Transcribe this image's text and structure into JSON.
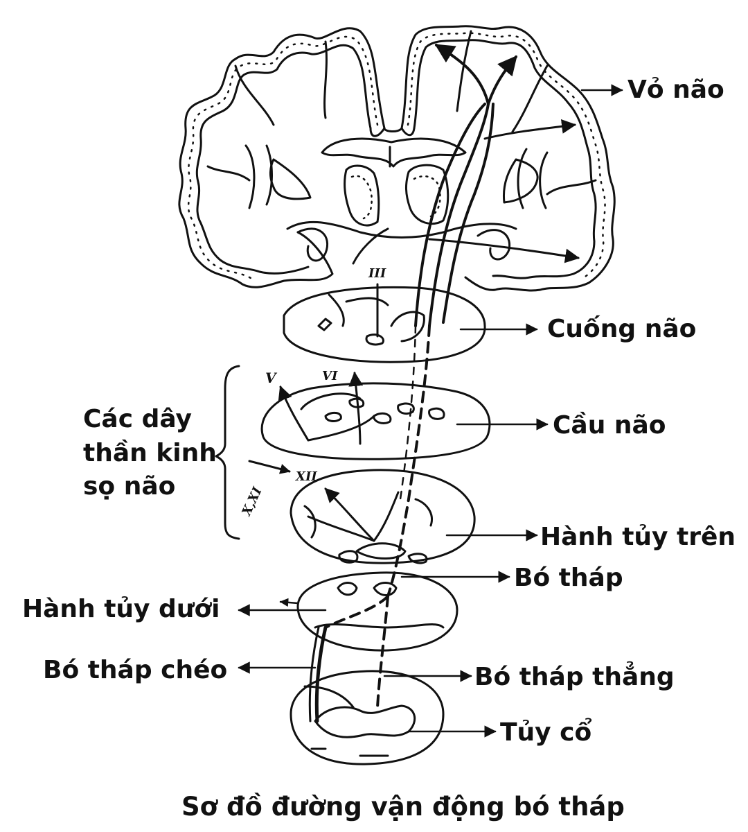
{
  "labels": {
    "vo_nao": "Vỏ não",
    "cuong_nao": "Cuống não",
    "cau_nao": "Cầu não",
    "cac_day_1": "Các dây",
    "cac_day_2": "thần kinh",
    "cac_day_3": "sọ não",
    "hanh_tuy_tren": "Hành tủy trên",
    "bo_thap": "Bó tháp",
    "hanh_tuy_duoi": "Hành tủy dưới",
    "bo_thap_cheo": "Bó tháp chéo",
    "bo_thap_thang": "Bó tháp thẳng",
    "tuy_co": "Tủy cổ"
  },
  "nerve_marks": {
    "iii": "III",
    "v": "V",
    "vi": "VI",
    "xii": "XII",
    "x_xi": "X,XI"
  },
  "caption": "Sơ đồ đường vận động bó tháp",
  "colors": {
    "ink": "#111111",
    "background": "#ffffff"
  }
}
